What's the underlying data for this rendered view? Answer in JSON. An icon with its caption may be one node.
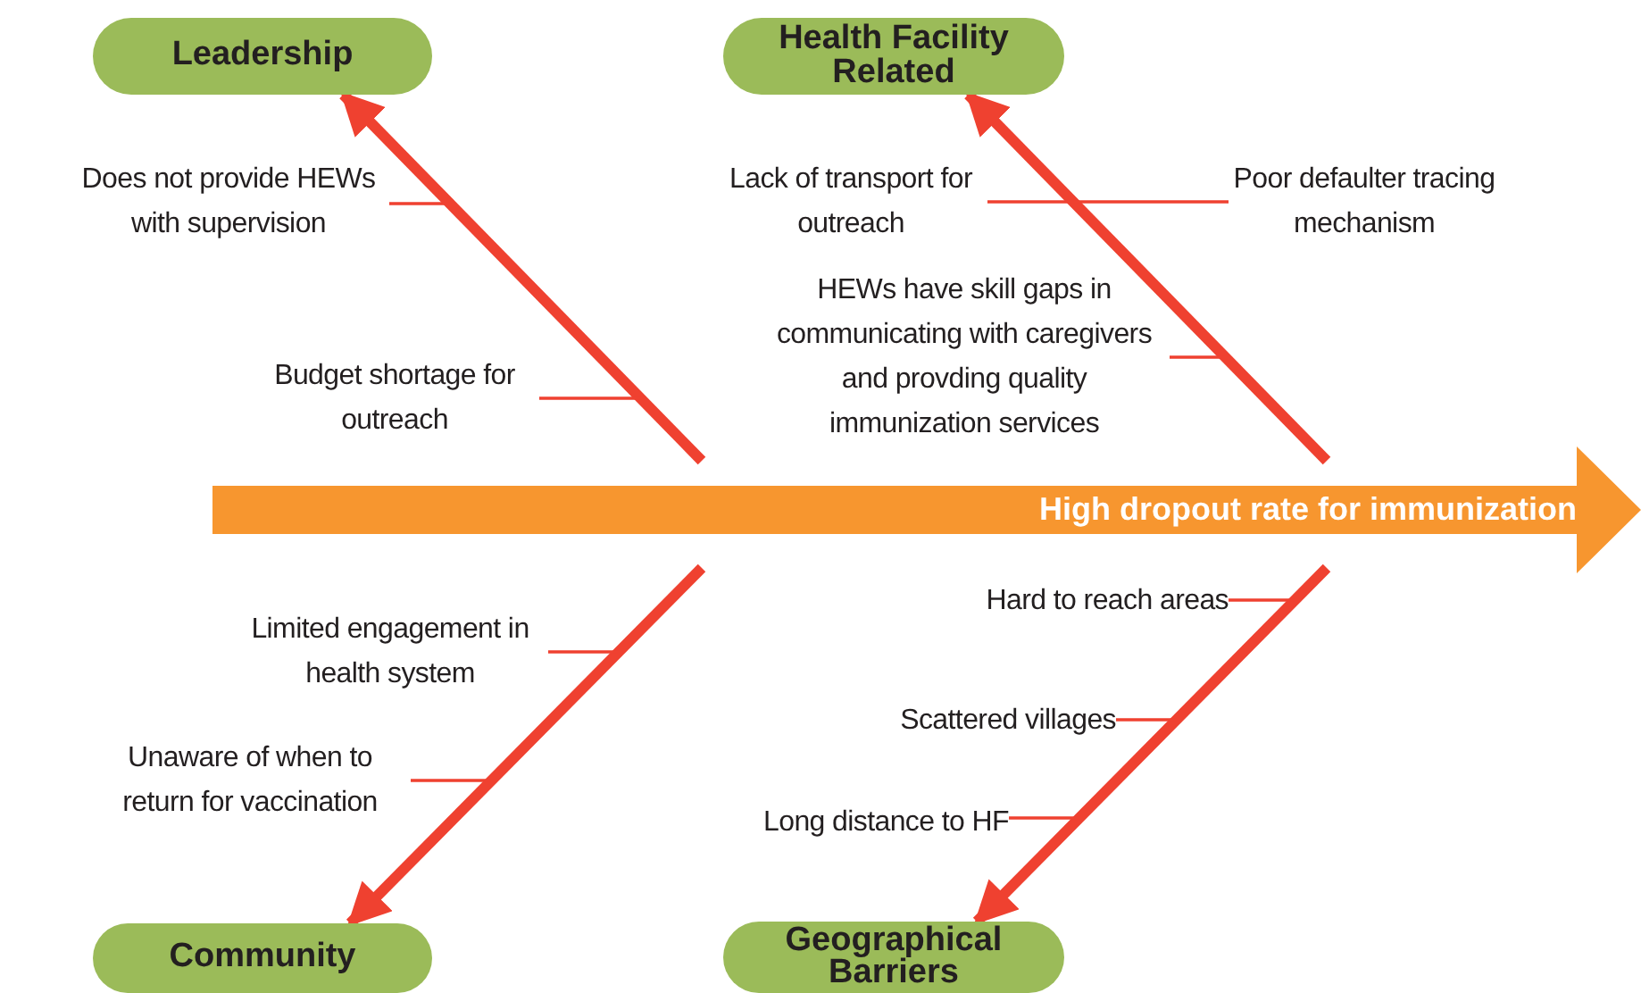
{
  "diagram": {
    "nodes": [
      {
        "text": [
          "Leadership"
        ]
      },
      {
        "text": [
          "Health Facility Related"
        ]
      },
      {
        "text": [
          "Does not provide HEWs with supervision"
        ]
      },
      {
        "text": [
          "Lack of transport for outreach"
        ]
      },
      {
        "text": [
          "Poor defaulter tracing mechanism"
        ]
      },
      {
        "text": [
          "HEWs have skill gaps in communicating with caregivers and provding quality immunization services"
        ]
      },
      {
        "text": [
          "Budget shortage for outreach"
        ]
      },
      {
        "text": [
          "High dropout rate for immunization"
        ]
      },
      {
        "text": [
          "Hard to reach areas"
        ]
      },
      {
        "text": [
          "Limited engagement in health system"
        ]
      },
      {
        "text": [
          "Scattered villages"
        ]
      },
      {
        "text": [
          "Unaware of when to return for vaccination"
        ]
      },
      {
        "text": [
          "Long distance to HF"
        ]
      },
      {
        "text": [
          "Community"
        ]
      },
      {
        "text": [
          "Geographical Barriers"
        ]
      }
    ],
    "edges": [
      {
        "from": null,
        "to": 0,
        "arrow": "to",
        "style": "thick"
      },
      {
        "from": null,
        "to": 1,
        "arrow": "to",
        "style": "thick"
      },
      {
        "from": null,
        "to": 13,
        "arrow": "to",
        "style": "thick"
      },
      {
        "from": null,
        "to": 14,
        "arrow": "to",
        "style": "thick"
      },
      {
        "from": 2,
        "to": null,
        "arrow": "none"
      },
      {
        "from": 6,
        "to": null,
        "arrow": "none"
      },
      {
        "from": 3,
        "to": null,
        "arrow": "none"
      },
      {
        "from": 4,
        "to": null,
        "arrow": "none"
      },
      {
        "from": 5,
        "to": null,
        "arrow": "none"
      },
      {
        "from": 9,
        "to": null,
        "arrow": "none"
      },
      {
        "from": 11,
        "to": null,
        "arrow": "none"
      },
      {
        "from": 8,
        "to": null,
        "arrow": "none"
      },
      {
        "from": 10,
        "to": null,
        "arrow": "none"
      },
      {
        "from": 12,
        "to": null,
        "arrow": "none"
      }
    ]
  }
}
